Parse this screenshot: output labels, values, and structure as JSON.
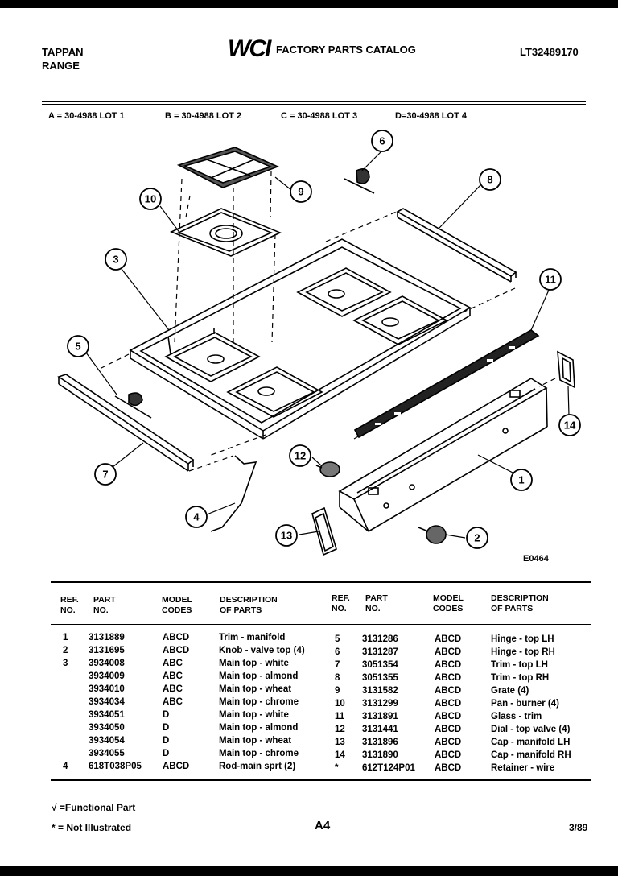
{
  "header": {
    "brand_line1": "TAPPAN",
    "brand_line2": "RANGE",
    "logo": "WCI",
    "catalog_title": "FACTORY PARTS CATALOG",
    "catalog_number": "LT32489170"
  },
  "lots": [
    "A = 30-4988 LOT 1",
    "B = 30-4988 LOT 2",
    "C = 30-4988 LOT 3",
    "D=30-4988 LOT 4"
  ],
  "diagram": {
    "callouts": [
      "1",
      "2",
      "3",
      "4",
      "5",
      "6",
      "7",
      "8",
      "9",
      "10",
      "11",
      "12",
      "13",
      "14"
    ],
    "figure_code": "E0464"
  },
  "table_headers": {
    "ref": "REF.",
    "no": "NO.",
    "part": "PART",
    "part_no": "NO.",
    "model": "MODEL",
    "codes": "CODES",
    "description": "DESCRIPTION",
    "of_parts": "OF PARTS"
  },
  "parts_left": [
    {
      "ref": "1",
      "part": "3131889",
      "codes": "ABCD",
      "desc": "Trim - manifold"
    },
    {
      "ref": "2",
      "part": "3131695",
      "codes": "ABCD",
      "desc": "Knob - valve top (4)"
    },
    {
      "ref": "3",
      "part": "3934008",
      "codes": "ABC",
      "desc": "Main top - white"
    },
    {
      "ref": "",
      "part": "3934009",
      "codes": "ABC",
      "desc": "Main top - almond"
    },
    {
      "ref": "",
      "part": "3934010",
      "codes": "ABC",
      "desc": "Main top - wheat"
    },
    {
      "ref": "",
      "part": "3934034",
      "codes": "ABC",
      "desc": "Main top - chrome"
    },
    {
      "ref": "",
      "part": "3934051",
      "codes": "D",
      "desc": "Main top - white"
    },
    {
      "ref": "",
      "part": "3934050",
      "codes": "D",
      "desc": "Main top - almond"
    },
    {
      "ref": "",
      "part": "3934054",
      "codes": "D",
      "desc": "Main  top - wheat"
    },
    {
      "ref": "",
      "part": "3934055",
      "codes": "D",
      "desc": "Main top - chrome"
    },
    {
      "ref": "4",
      "part": "618T038P05",
      "codes": "ABCD",
      "desc": "Rod-main sprt (2)"
    }
  ],
  "parts_right": [
    {
      "ref": "5",
      "part": "3131286",
      "codes": "ABCD",
      "desc": "Hinge - top LH"
    },
    {
      "ref": "6",
      "part": "3131287",
      "codes": "ABCD",
      "desc": "Hinge - top RH"
    },
    {
      "ref": "7",
      "part": "3051354",
      "codes": "ABCD",
      "desc": "Trim - top LH"
    },
    {
      "ref": "8",
      "part": "3051355",
      "codes": "ABCD",
      "desc": "Trim - top RH"
    },
    {
      "ref": "9",
      "part": "3131582",
      "codes": "ABCD",
      "desc": "Grate (4)"
    },
    {
      "ref": "10",
      "part": "3131299",
      "codes": "ABCD",
      "desc": "Pan - burner (4)"
    },
    {
      "ref": "11",
      "part": "3131891",
      "codes": "ABCD",
      "desc": "Glass - trim"
    },
    {
      "ref": "12",
      "part": "3131441",
      "codes": "ABCD",
      "desc": "Dial - top valve (4)"
    },
    {
      "ref": "13",
      "part": "3131896",
      "codes": "ABCD",
      "desc": "Cap - manifold LH"
    },
    {
      "ref": "14",
      "part": "3131890",
      "codes": "ABCD",
      "desc": "Cap - manifold RH"
    },
    {
      "ref": "*",
      "part": "612T124P01",
      "codes": "ABCD",
      "desc": "Retainer - wire"
    }
  ],
  "footer": {
    "functional_note": "√ =Functional Part",
    "not_illustrated_note": "* = Not Illustrated",
    "page_code": "A4",
    "date": "3/89"
  }
}
